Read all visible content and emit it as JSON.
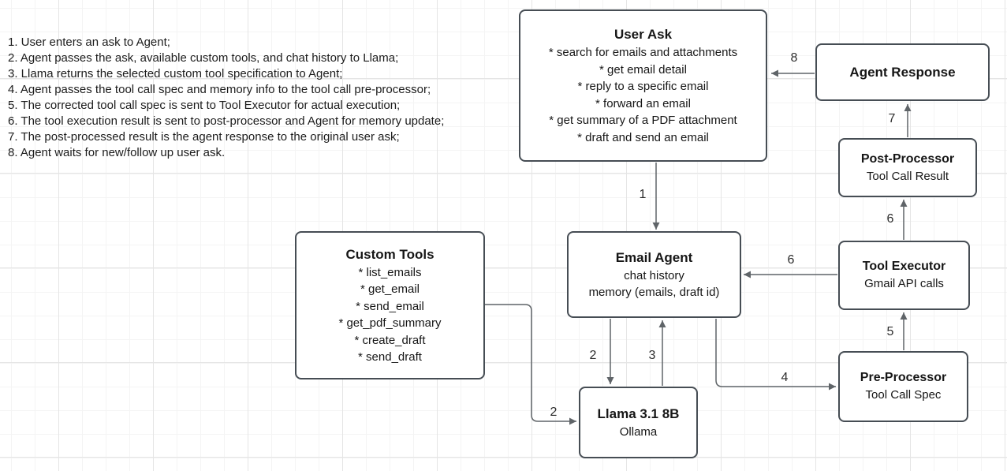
{
  "notes": [
    "1. User enters an ask to Agent;",
    "2. Agent passes the ask, available custom tools, and chat history to Llama;",
    "3. Llama returns the selected custom tool specification to Agent;",
    "4. Agent passes the tool call spec and memory info to the tool call pre-processor;",
    "5. The corrected tool call spec is sent to Tool Executor for actual execution;",
    "6. The tool execution result is sent to post-processor and Agent for memory update;",
    "7. The post-processed result is the agent response to the original user ask;",
    "8. Agent waits for new/follow up user ask."
  ],
  "nodes": {
    "user_ask": {
      "title": "User Ask",
      "items": [
        "* search for emails and attachments",
        "* get email detail",
        "* reply to a specific email",
        "* forward an email",
        "* get summary of a PDF attachment",
        "* draft and send an email"
      ]
    },
    "agent_response": {
      "title": "Agent Response"
    },
    "post_processor": {
      "title": "Post-Processor",
      "subtitle": "Tool Call Result"
    },
    "tool_executor": {
      "title": "Tool Executor",
      "subtitle": "Gmail API calls"
    },
    "pre_processor": {
      "title": "Pre-Processor",
      "subtitle": "Tool Call Spec"
    },
    "email_agent": {
      "title": "Email Agent",
      "lines": [
        "chat history",
        "memory (emails, draft id)"
      ]
    },
    "custom_tools": {
      "title": "Custom Tools",
      "items": [
        "* list_emails",
        "* get_email",
        "* send_email",
        "* get_pdf_summary",
        "* create_draft",
        "* send_draft"
      ]
    },
    "llama": {
      "title": "Llama 3.1 8B",
      "subtitle": "Ollama"
    }
  },
  "edges": {
    "user_ask_to_email_agent": "1",
    "email_agent_to_llama": "2",
    "custom_tools_to_llama": "2",
    "llama_to_email_agent": "3",
    "email_agent_to_pre_processor": "4",
    "pre_processor_to_tool_executor": "5",
    "tool_executor_to_post_processor": "6",
    "tool_executor_to_email_agent": "6",
    "post_processor_to_agent_response": "7",
    "agent_response_to_user_ask": "8"
  },
  "colors": {
    "node_border": "#464d54",
    "edge_line": "#5f6468",
    "text": "#161616",
    "grid_minor": "#f4f4f4",
    "grid_major": "#e5e5e5",
    "background": "#ffffff"
  }
}
